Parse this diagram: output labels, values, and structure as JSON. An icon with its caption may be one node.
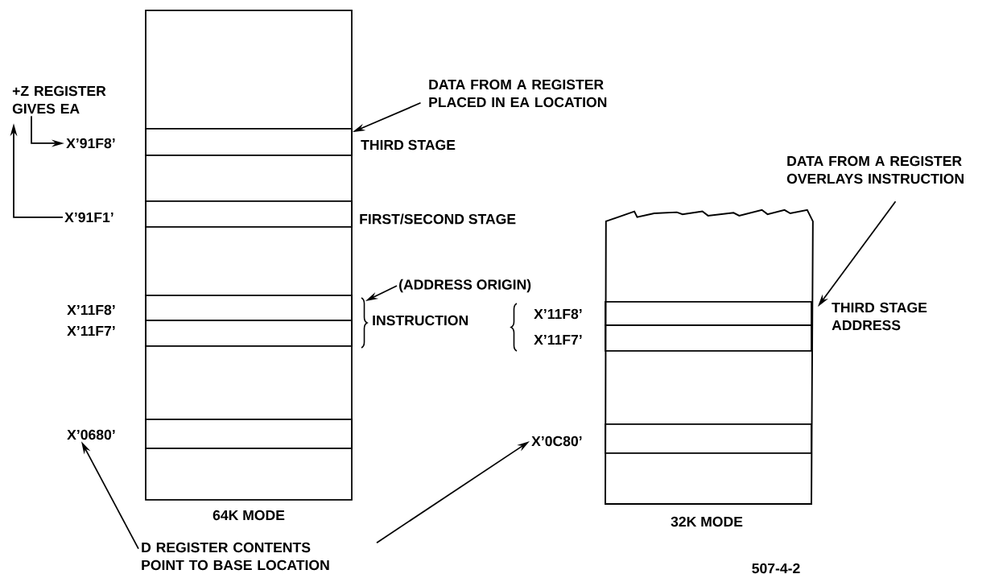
{
  "diagram": {
    "nodes": [
      {
        "text": [
          "+Z REGISTER GIVES EA"
        ]
      },
      {
        "text": [
          "DATA FROM A REGISTER PLACED IN EA LOCATION"
        ]
      },
      {
        "text": [
          "DATA FROM A REGISTER OVERLAYS INSTRUCTION"
        ]
      },
      {
        "text": [],
        "shape": "box",
        "beside": [
          "64K MODE"
        ]
      },
      {
        "text": [],
        "shape": "box",
        "in": 3,
        "beside": [
          "THIRD STAGE"
        ]
      },
      {
        "text": [],
        "shape": "box",
        "in": 3,
        "beside": [
          "FIRST/SECOND STAGE"
        ]
      },
      {
        "text": [],
        "shape": "box",
        "in": 3
      },
      {
        "text": [],
        "shape": "box",
        "in": 3
      },
      {
        "text": [],
        "shape": "box",
        "in": 3
      },
      {
        "text": [
          "X’91F8’"
        ]
      },
      {
        "text": [
          "X’91F1’"
        ]
      },
      {
        "text": [
          "(ADDRESS ORIGIN)"
        ]
      },
      {
        "text": [
          "X’0680’"
        ]
      },
      {
        "text": [],
        "shape": "box",
        "beside": [
          "32K MODE"
        ]
      },
      {
        "text": [],
        "shape": "box",
        "in": 13,
        "beside": [
          "THIRD STAGE ADDRESS"
        ]
      },
      {
        "text": [],
        "shape": "box",
        "in": 13
      },
      {
        "text": [],
        "shape": "box",
        "in": 13
      },
      {
        "text": [
          "X’0C80’"
        ]
      },
      {
        "text": [
          "D REGISTER CONTENTS POINT TO BASE LOCATION"
        ]
      }
    ],
    "edges": [
      {
        "from": 0,
        "to": 9,
        "arrow": "to"
      },
      {
        "from": 10,
        "to": 0,
        "arrow": "to"
      },
      {
        "from": 1,
        "to": 4,
        "arrow": "to"
      },
      {
        "from": 11,
        "to": 6,
        "arrow": "to"
      },
      {
        "from": 2,
        "to": 14,
        "arrow": "to"
      },
      {
        "from": 18,
        "to": 12,
        "arrow": "to"
      },
      {
        "from": 18,
        "to": 17,
        "arrow": "to"
      }
    ],
    "labels": [
      "X’11F8’",
      "INSTRUCTION",
      "X’11F8’",
      "X’11F7’",
      "X’11F7’",
      "507-4-2"
    ]
  }
}
